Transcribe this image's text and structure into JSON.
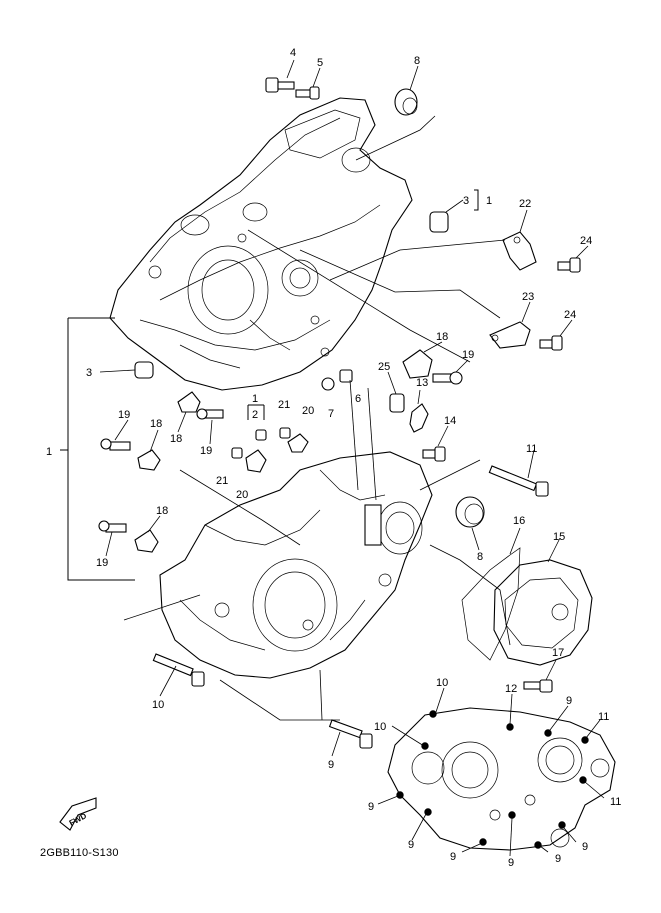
{
  "diagram": {
    "code": "2GBB110-S130",
    "fwd_label": "FWD"
  },
  "callouts": [
    {
      "id": "c4",
      "text": "4"
    },
    {
      "id": "c5",
      "text": "5"
    },
    {
      "id": "c8a",
      "text": "8"
    },
    {
      "id": "c3a",
      "text": "3"
    },
    {
      "id": "c1a",
      "text": "1"
    },
    {
      "id": "c22",
      "text": "22"
    },
    {
      "id": "c24a",
      "text": "24"
    },
    {
      "id": "c23",
      "text": "23"
    },
    {
      "id": "c24b",
      "text": "24"
    },
    {
      "id": "c18a",
      "text": "18"
    },
    {
      "id": "c19a",
      "text": "19"
    },
    {
      "id": "c25",
      "text": "25"
    },
    {
      "id": "c13",
      "text": "13"
    },
    {
      "id": "c6",
      "text": "6"
    },
    {
      "id": "c7",
      "text": "7"
    },
    {
      "id": "c14",
      "text": "14"
    },
    {
      "id": "c3b",
      "text": "3"
    },
    {
      "id": "c1b",
      "text": "1"
    },
    {
      "id": "c2",
      "text": "2"
    },
    {
      "id": "c21a",
      "text": "21"
    },
    {
      "id": "c20a",
      "text": "20"
    },
    {
      "id": "c18b",
      "text": "18"
    },
    {
      "id": "c19b",
      "text": "19"
    },
    {
      "id": "c19c",
      "text": "19"
    },
    {
      "id": "c18c",
      "text": "18"
    },
    {
      "id": "c1c",
      "text": "1"
    },
    {
      "id": "c21b",
      "text": "21"
    },
    {
      "id": "c20b",
      "text": "20"
    },
    {
      "id": "c11",
      "text": "11"
    },
    {
      "id": "c18d",
      "text": "18"
    },
    {
      "id": "c19d",
      "text": "19"
    },
    {
      "id": "c8b",
      "text": "8"
    },
    {
      "id": "c16",
      "text": "16"
    },
    {
      "id": "c15",
      "text": "15"
    },
    {
      "id": "c17",
      "text": "17"
    },
    {
      "id": "c10a",
      "text": "10"
    },
    {
      "id": "c10b",
      "text": "10"
    },
    {
      "id": "c12",
      "text": "12"
    },
    {
      "id": "c9a",
      "text": "9"
    },
    {
      "id": "c11b",
      "text": "11"
    },
    {
      "id": "c10c",
      "text": "10"
    },
    {
      "id": "c9b",
      "text": "9"
    },
    {
      "id": "c9c",
      "text": "9"
    },
    {
      "id": "c11c",
      "text": "11"
    },
    {
      "id": "c9d",
      "text": "9"
    },
    {
      "id": "c9e",
      "text": "9"
    },
    {
      "id": "c9f",
      "text": "9"
    },
    {
      "id": "c9g",
      "text": "9"
    },
    {
      "id": "c9h",
      "text": "9"
    }
  ]
}
